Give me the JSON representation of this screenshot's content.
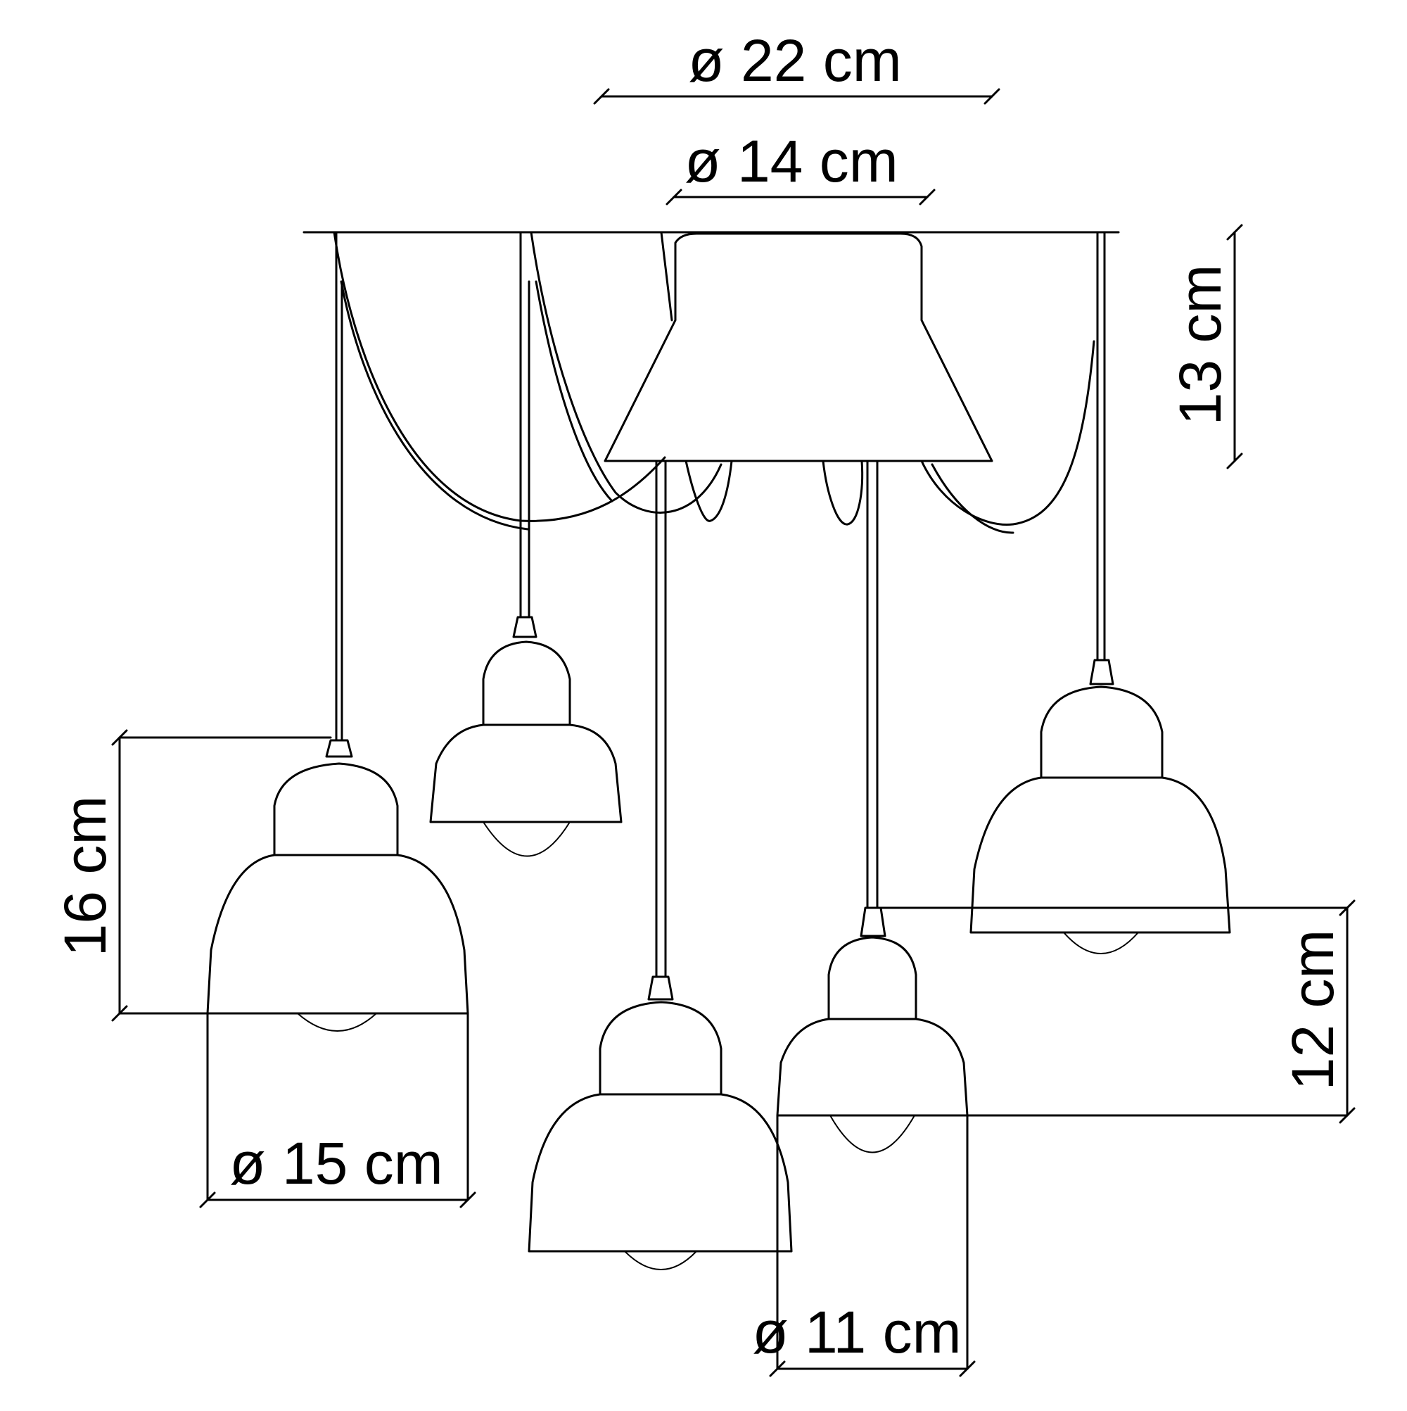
{
  "diagram": {
    "dimensions": {
      "canopy_top_diameter": "ø 22 cm",
      "canopy_bottom_diameter": "ø 14 cm",
      "canopy_height": "13 cm",
      "large_shade_height": "16 cm",
      "large_shade_diameter": "ø 15 cm",
      "small_shade_height": "12 cm",
      "small_shade_diameter": "ø 11 cm"
    },
    "colors": {
      "line": "#000000",
      "background": "#ffffff"
    }
  }
}
